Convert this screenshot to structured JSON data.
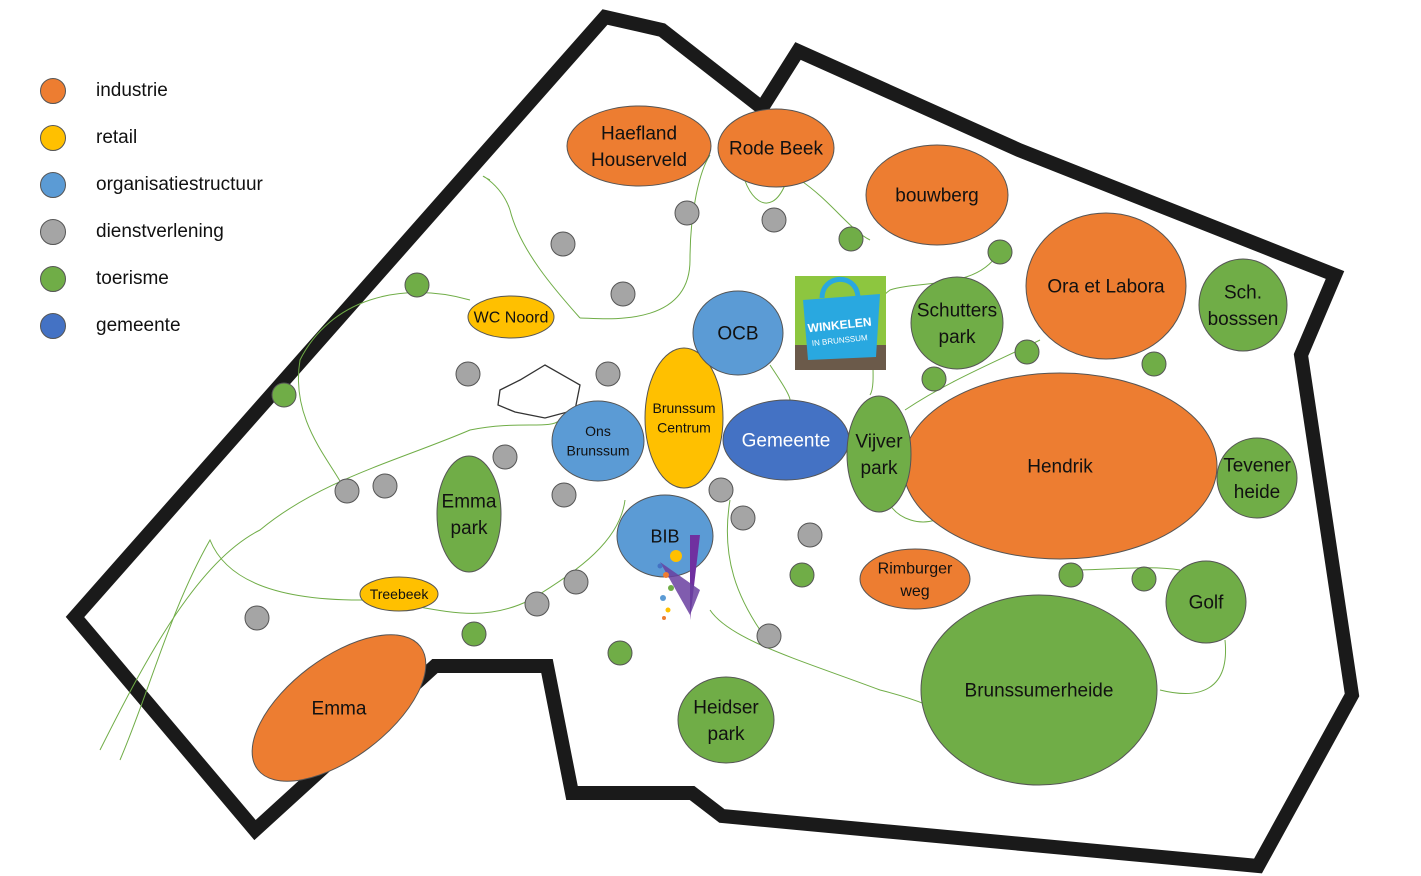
{
  "colors": {
    "industrie": "#ED7D31",
    "retail": "#FFC000",
    "organisatiestructuur": "#5B9BD5",
    "dienstverlening": "#A5A5A5",
    "toerisme": "#70AD47",
    "gemeente": "#4472C4",
    "border": "#1a1a1a",
    "path": "#70AD47"
  },
  "legend": [
    {
      "key": "industrie",
      "label": "industrie"
    },
    {
      "key": "retail",
      "label": "retail"
    },
    {
      "key": "organisatiestructuur",
      "label": "organisatiestructuur"
    },
    {
      "key": "dienstverlening",
      "label": "dienstverlening"
    },
    {
      "key": "toerisme",
      "label": "toerisme"
    },
    {
      "key": "gemeente",
      "label": "gemeente"
    }
  ],
  "nodes": {
    "haefland": {
      "lines": [
        "Haefland",
        "Houserveld"
      ],
      "category": "industrie"
    },
    "rode_beek": {
      "lines": [
        "Rode Beek"
      ],
      "category": "industrie"
    },
    "bouwberg": {
      "lines": [
        "bouwberg"
      ],
      "category": "industrie"
    },
    "ora_et_labora": {
      "lines": [
        "Ora et Labora"
      ],
      "category": "industrie"
    },
    "hendrik": {
      "lines": [
        "Hendrik"
      ],
      "category": "industrie"
    },
    "rimburger_weg": {
      "lines": [
        "Rimburger",
        "weg"
      ],
      "category": "industrie"
    },
    "emma": {
      "lines": [
        "Emma"
      ],
      "category": "industrie"
    },
    "wc_noord": {
      "lines": [
        "WC Noord"
      ],
      "category": "retail"
    },
    "treebeek": {
      "lines": [
        "Treebeek"
      ],
      "category": "retail"
    },
    "brunssum_centrum": {
      "lines": [
        "Brunssum",
        "Centrum"
      ],
      "category": "retail"
    },
    "ocb": {
      "lines": [
        "OCB"
      ],
      "category": "organisatiestructuur"
    },
    "ons_brunssum": {
      "lines": [
        "Ons",
        "Brunssum"
      ],
      "category": "organisatiestructuur"
    },
    "bib": {
      "lines": [
        "BIB"
      ],
      "category": "organisatiestructuur"
    },
    "gemeente": {
      "lines": [
        "Gemeente"
      ],
      "category": "gemeente"
    },
    "schutters_park": {
      "lines": [
        "Schutters",
        "park"
      ],
      "category": "toerisme"
    },
    "sch_bosssen": {
      "lines": [
        "Sch.",
        "bosssen"
      ],
      "category": "toerisme"
    },
    "vijver_park": {
      "lines": [
        "Vijver",
        "park"
      ],
      "category": "toerisme"
    },
    "tevener_heide": {
      "lines": [
        "Tevener",
        "heide"
      ],
      "category": "toerisme"
    },
    "emma_park": {
      "lines": [
        "Emma",
        "park"
      ],
      "category": "toerisme"
    },
    "golf": {
      "lines": [
        "Golf"
      ],
      "category": "toerisme"
    },
    "brunssumerheide": {
      "lines": [
        "Brunssumerheide"
      ],
      "category": "toerisme"
    },
    "heidser_park": {
      "lines": [
        "Heidser",
        "park"
      ],
      "category": "toerisme"
    }
  },
  "winkelen_logo": {
    "lines": [
      "WINKELEN",
      "IN BRUNSSUM"
    ]
  }
}
